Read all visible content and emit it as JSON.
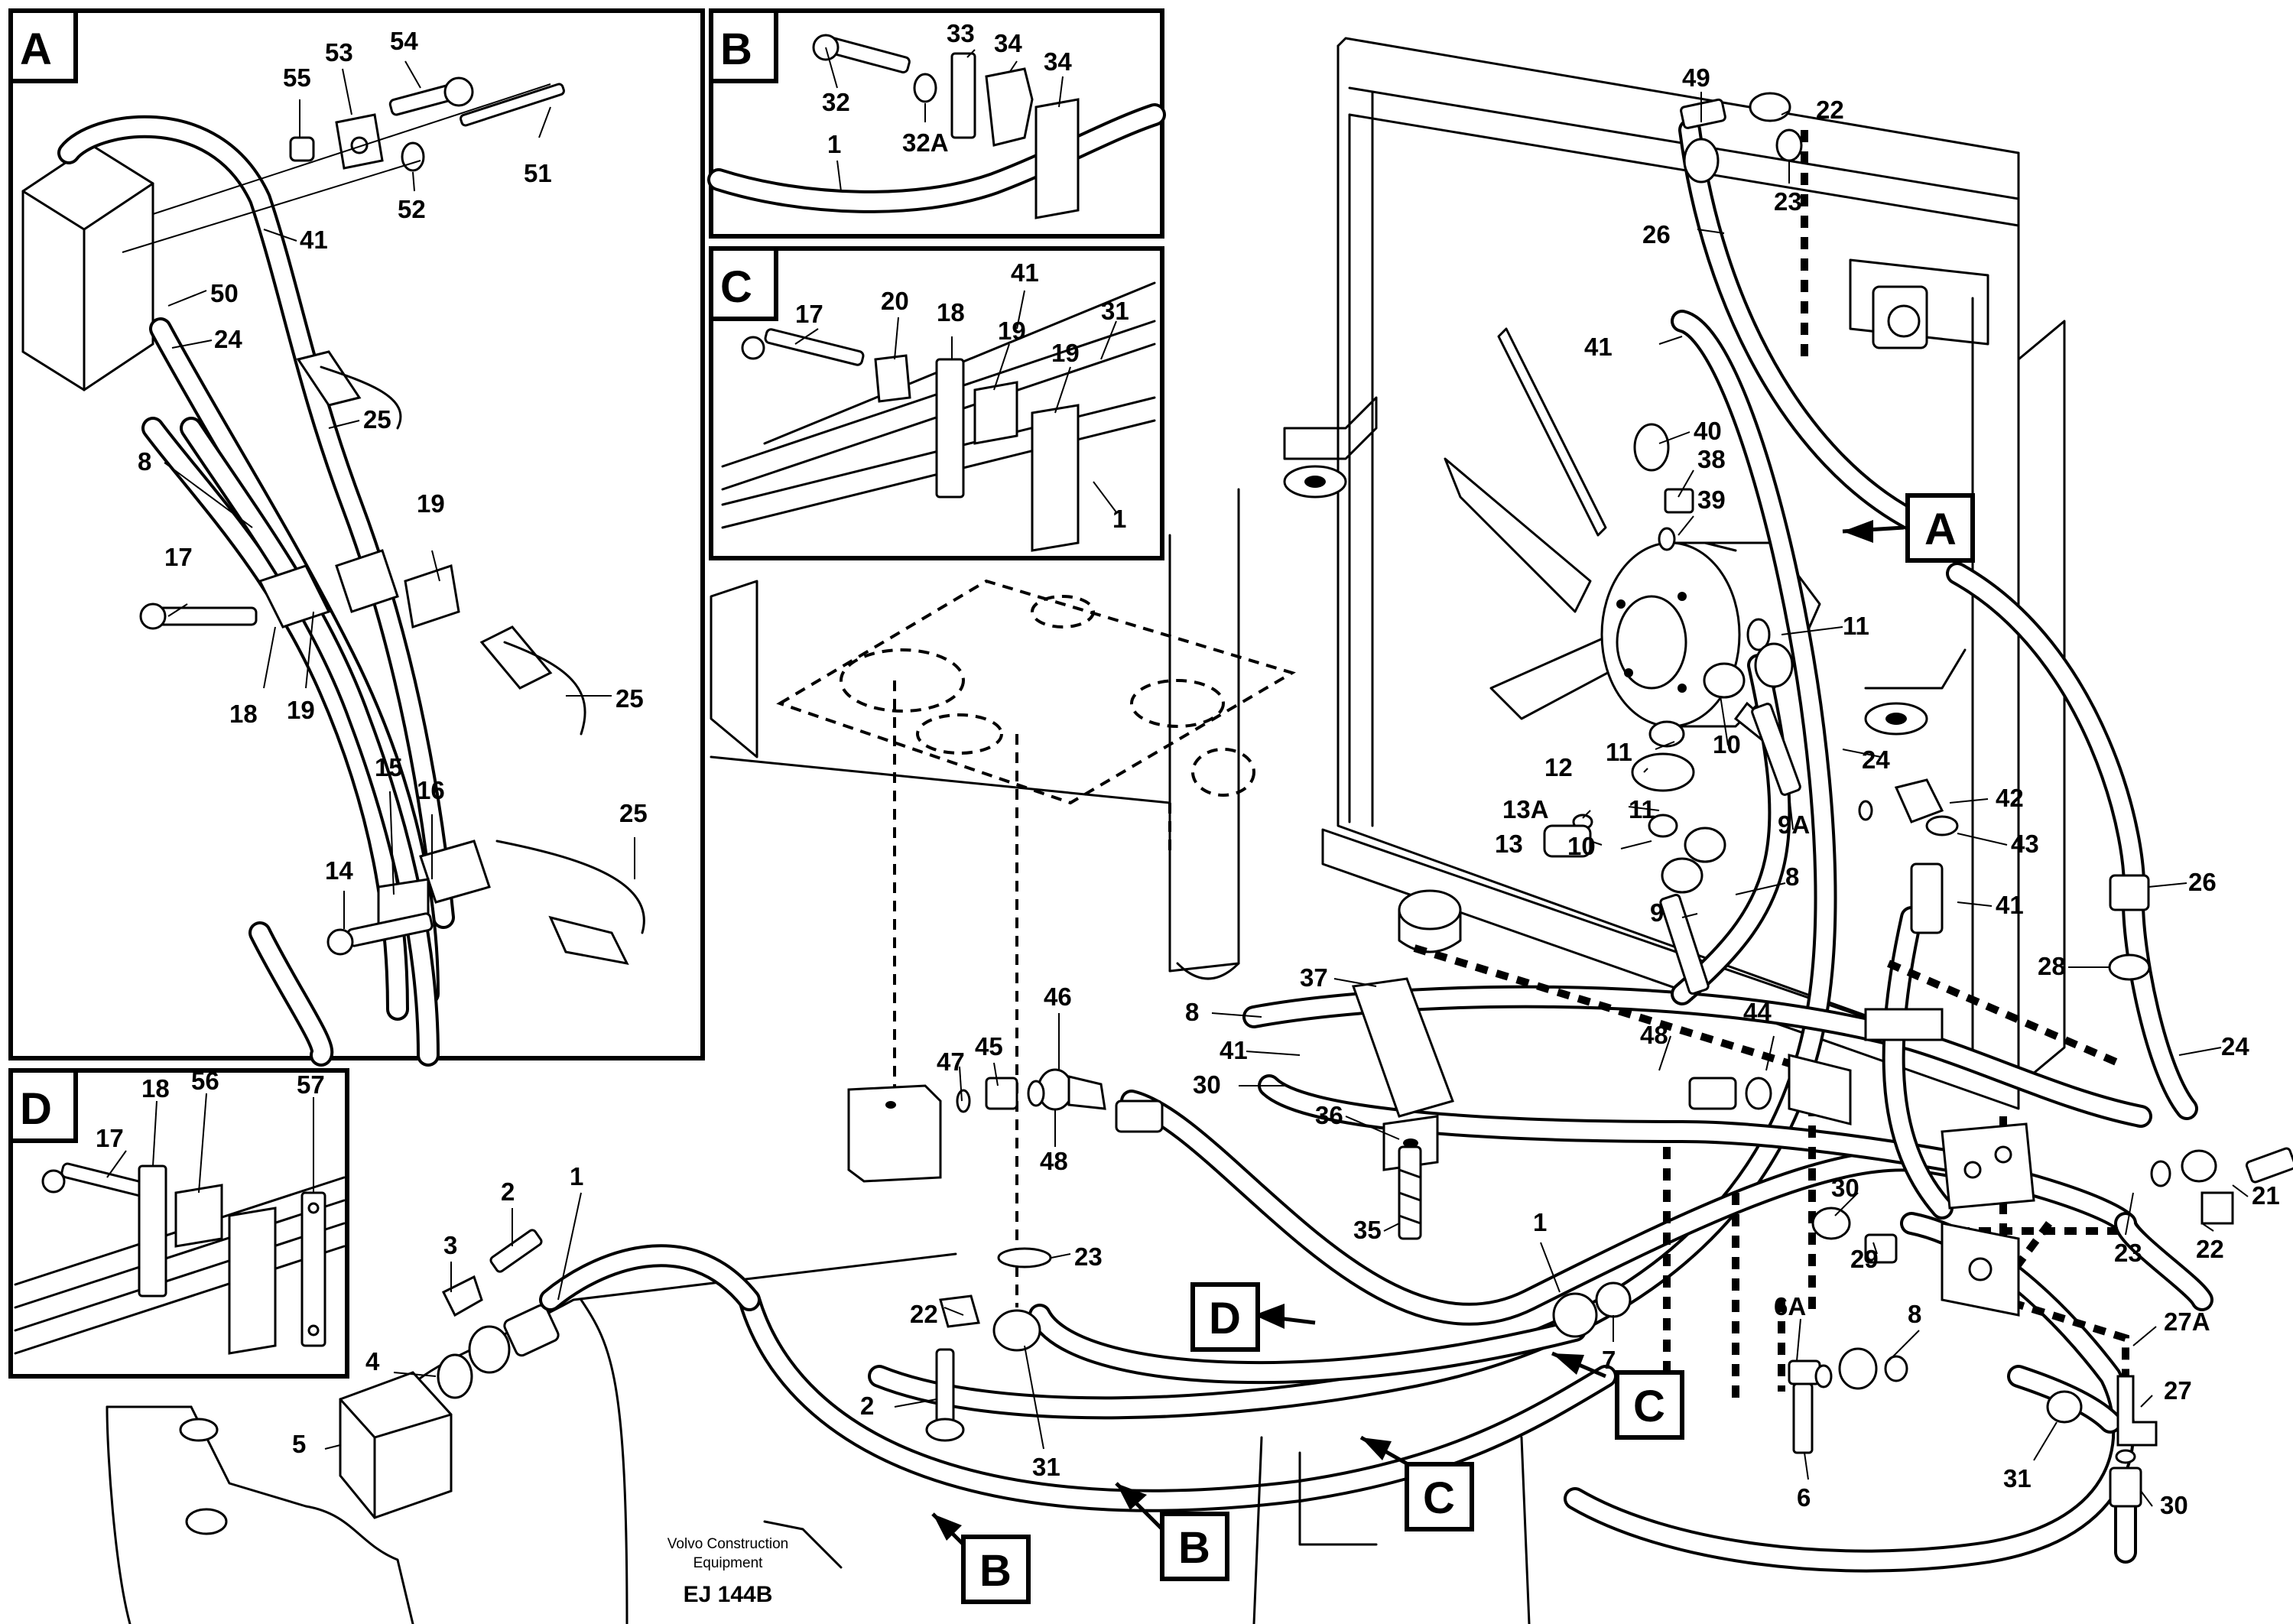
{
  "panels": {
    "a": "A",
    "b": "B",
    "c": "C",
    "d": "D"
  },
  "refs": {
    "a": "A",
    "b1": "B",
    "b2": "B",
    "c1": "C",
    "c2": "C",
    "d": "D"
  },
  "labels": {
    "p55": "55",
    "p53": "53",
    "p54": "54",
    "p51": "51",
    "p52": "52",
    "p41a": "41",
    "p50": "50",
    "p24a": "24",
    "p25a": "25",
    "p8a": "8",
    "p19a": "19",
    "p17a": "17",
    "p18a": "18",
    "p19b": "19",
    "p25b": "25",
    "p15": "15",
    "p16": "16",
    "p25c": "25",
    "p14": "14",
    "p33": "33",
    "p34a": "34",
    "p34b": "34",
    "p32": "32",
    "p32A": "32A",
    "p1b": "1",
    "p17c": "17",
    "p20": "20",
    "p18c": "18",
    "p41c": "41",
    "p19c1": "19",
    "p31c": "31",
    "p19c2": "19",
    "p1c": "1",
    "p18d": "18",
    "p17d": "17",
    "p56": "56",
    "p57": "57",
    "p49": "49",
    "p22a": "22",
    "p23a": "23",
    "p26a": "26",
    "p41m": "41",
    "p40": "40",
    "p38": "38",
    "p39": "39",
    "p11a": "11",
    "p10a": "10",
    "p11b": "11",
    "p12": "12",
    "p13A": "13A",
    "p11c": "11",
    "p13": "13",
    "p10b": "10",
    "p9A": "9A",
    "p24m": "24",
    "p42": "42",
    "p43": "43",
    "p9": "9",
    "p8m": "8",
    "p26b": "26",
    "p41n": "41",
    "p28": "28",
    "p24n": "24",
    "p37": "37",
    "p8n": "8",
    "p41o": "41",
    "p30a": "30",
    "p36": "36",
    "p35": "35",
    "p48a": "48",
    "p44": "44",
    "p30b": "30",
    "p29": "29",
    "p21": "21",
    "p22b": "22",
    "p23b": "23",
    "p46": "46",
    "p47": "47",
    "p45": "45",
    "p48b": "48",
    "p23c": "23",
    "p1m": "1",
    "p7": "7",
    "p6A": "6A",
    "p8o": "8",
    "p27A": "27A",
    "p27": "27",
    "p6": "6",
    "p31a": "31",
    "p30c": "30",
    "p22c": "22",
    "p2a": "2",
    "p31b": "31",
    "p3": "3",
    "p2b": "2",
    "p1n": "1",
    "p4": "4",
    "p5": "5"
  },
  "footer": {
    "maker_line1": "Volvo Construction",
    "maker_line2": "Equipment",
    "code": "EJ 144B"
  }
}
